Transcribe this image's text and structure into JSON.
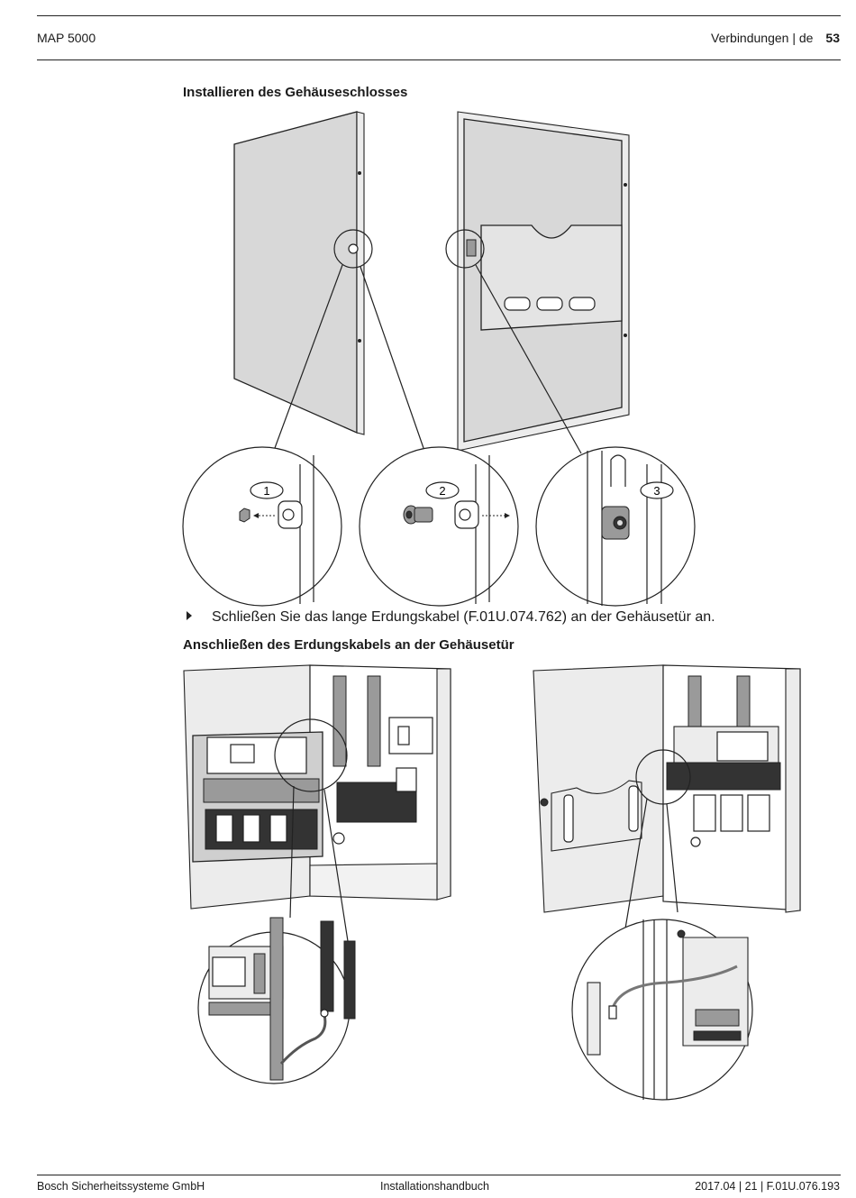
{
  "header": {
    "product": "MAP 5000",
    "section": "Verbindungen | de",
    "page_number": "53"
  },
  "section1": {
    "title": "Installieren des Gehäuseschlosses"
  },
  "callouts": [
    "1",
    "2",
    "3"
  ],
  "step": {
    "text": "Schließen Sie das lange Erdungskabel (F.01U.074.762) an der Gehäusetür an."
  },
  "section2": {
    "title": "Anschließen des Erdungskabels an der Gehäusetür"
  },
  "footer": {
    "company": "Bosch Sicherheitssysteme GmbH",
    "doc_type": "Installationshandbuch",
    "doc_id": "2017.04 | 21 | F.01U.076.193"
  }
}
